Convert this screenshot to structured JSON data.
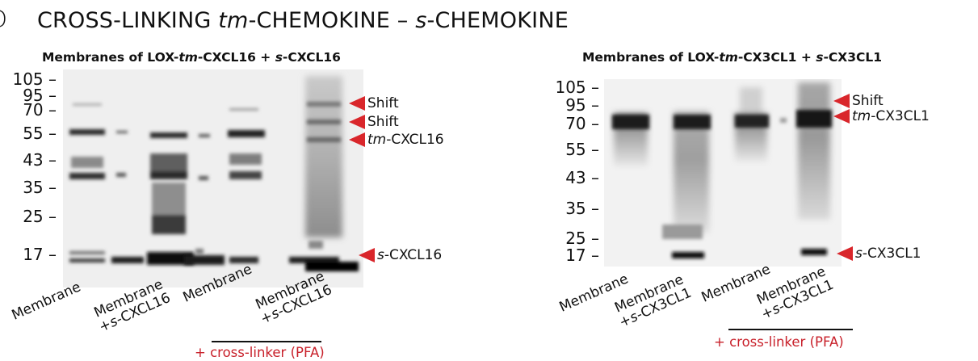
{
  "panel": {
    "letter": "D",
    "title_parts": [
      "CROSS-LINKING ",
      "tm",
      "-CHEMOKINE – ",
      "s",
      "-CHEMOKINE"
    ]
  },
  "colors": {
    "marker_red": "#d9262b",
    "crosslinker_red": "#c8202a",
    "band_dark": "#1a1a1a",
    "background": "#ffffff"
  },
  "left_blot": {
    "title_parts": [
      "Membranes of LOX-",
      "tm",
      "-CXCL16 + ",
      "s",
      "-CXCL16"
    ],
    "mw_labels": [
      "105 –",
      "95 –",
      "70 –",
      "55 –",
      "43 –",
      "35 –",
      "25 –",
      "17 –"
    ],
    "markers": [
      {
        "prefix": "",
        "italic": "",
        "text": "Shift"
      },
      {
        "prefix": "",
        "italic": "",
        "text": "Shift"
      },
      {
        "prefix": "",
        "italic": "tm",
        "text": "-CXCL16"
      },
      {
        "prefix": "",
        "italic": "s",
        "text": "-CXCL16"
      }
    ],
    "lanes": [
      {
        "line1": "Membrane",
        "line2_italic": "",
        "line2": ""
      },
      {
        "line1": "Membrane",
        "line2_prefix": "+",
        "line2_italic": "s",
        "line2": "-CXCL16"
      },
      {
        "line1": "Membrane",
        "line2_italic": "",
        "line2": ""
      },
      {
        "line1": "Membrane",
        "line2_prefix": "+",
        "line2_italic": "s",
        "line2": "-CXCL16"
      }
    ],
    "crosslinker_label": "+ cross-linker (PFA)"
  },
  "right_blot": {
    "title_parts": [
      "Membranes of LOX-",
      "tm",
      "-CX3CL1 + ",
      "s",
      "-CX3CL1"
    ],
    "mw_labels": [
      "105 –",
      "95 –",
      "70 –",
      "55 –",
      "43 –",
      "35 –",
      "25 –",
      "17 –"
    ],
    "markers": [
      {
        "prefix": "",
        "italic": "",
        "text": "Shift"
      },
      {
        "prefix": "",
        "italic": "tm",
        "text": "-CX3CL1"
      },
      {
        "prefix": "",
        "italic": "s",
        "text": "-CX3CL1"
      }
    ],
    "lanes": [
      {
        "line1": "Membrane",
        "line2_italic": "",
        "line2": ""
      },
      {
        "line1": "Membrane",
        "line2_prefix": "+",
        "line2_italic": "s",
        "line2": "-CX3CL1"
      },
      {
        "line1": "Membrane",
        "line2_italic": "",
        "line2": ""
      },
      {
        "line1": "Membrane",
        "line2_prefix": "+",
        "line2_italic": "s",
        "line2": "-CX3CL1"
      }
    ],
    "crosslinker_label": "+ cross-linker (PFA)"
  }
}
